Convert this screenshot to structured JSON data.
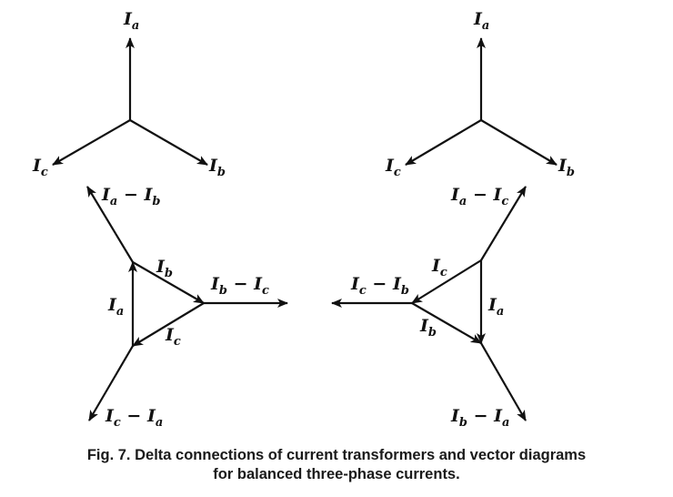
{
  "labels": {
    "left_star_a": {
      "base": "I",
      "sub": "a"
    },
    "left_star_b": {
      "base": "I",
      "sub": "b"
    },
    "left_star_c": {
      "base": "I",
      "sub": "c"
    },
    "right_star_a": {
      "base": "I",
      "sub": "a"
    },
    "right_star_b": {
      "base": "I",
      "sub": "b"
    },
    "right_star_c": {
      "base": "I",
      "sub": "c"
    },
    "left_delta_ab": {
      "base": "I",
      "sub": "a",
      "op": " − ",
      "base2": "I",
      "sub2": "b"
    },
    "left_delta_bc": {
      "base": "I",
      "sub": "b",
      "op": " − ",
      "base2": "I",
      "sub2": "c"
    },
    "left_delta_ca": {
      "base": "I",
      "sub": "c",
      "op": " − ",
      "base2": "I",
      "sub2": "a"
    },
    "left_side_a": {
      "base": "I",
      "sub": "a"
    },
    "left_side_b": {
      "base": "I",
      "sub": "b"
    },
    "left_side_c": {
      "base": "I",
      "sub": "c"
    },
    "right_delta_ac": {
      "base": "I",
      "sub": "a",
      "op": " − ",
      "base2": "I",
      "sub2": "c"
    },
    "right_delta_cb": {
      "base": "I",
      "sub": "c",
      "op": " − ",
      "base2": "I",
      "sub2": "b"
    },
    "right_delta_ba": {
      "base": "I",
      "sub": "b",
      "op": " − ",
      "base2": "I",
      "sub2": "a"
    },
    "right_side_a": {
      "base": "I",
      "sub": "a"
    },
    "right_side_b": {
      "base": "I",
      "sub": "b"
    },
    "right_side_c": {
      "base": "I",
      "sub": "c"
    }
  },
  "caption": {
    "line1": "Fig. 7. Delta connections of current transformers and vector diagrams",
    "line2": "for balanced three-phase currents."
  }
}
